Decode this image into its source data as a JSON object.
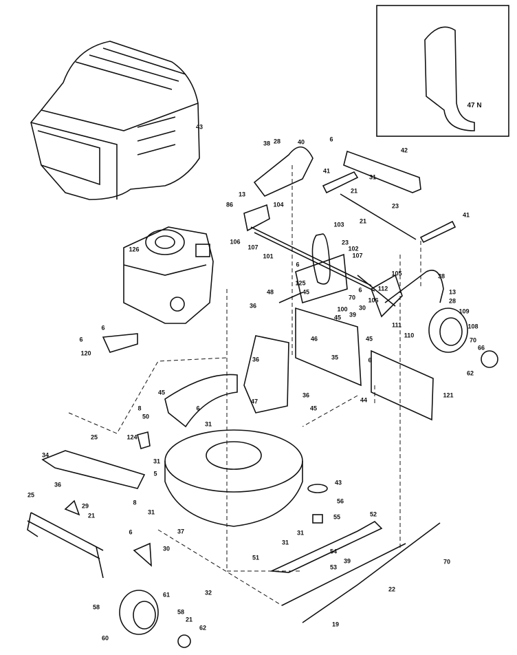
{
  "inset": {
    "label": "47 N"
  },
  "labels": [
    {
      "text": "43"
    },
    {
      "text": "38"
    },
    {
      "text": "28"
    },
    {
      "text": "40"
    },
    {
      "text": "6"
    },
    {
      "text": "42"
    },
    {
      "text": "41"
    },
    {
      "text": "31"
    },
    {
      "text": "21"
    },
    {
      "text": "23"
    },
    {
      "text": "41"
    },
    {
      "text": "13"
    },
    {
      "text": "86"
    },
    {
      "text": "104"
    },
    {
      "text": "106"
    },
    {
      "text": "107"
    },
    {
      "text": "101"
    },
    {
      "text": "103"
    },
    {
      "text": "21"
    },
    {
      "text": "23"
    },
    {
      "text": "102"
    },
    {
      "text": "107"
    },
    {
      "text": "6"
    },
    {
      "text": "125"
    },
    {
      "text": "105"
    },
    {
      "text": "38"
    },
    {
      "text": "13"
    },
    {
      "text": "28"
    },
    {
      "text": "109"
    },
    {
      "text": "108"
    },
    {
      "text": "70"
    },
    {
      "text": "66"
    },
    {
      "text": "62"
    },
    {
      "text": "48"
    },
    {
      "text": "45"
    },
    {
      "text": "36"
    },
    {
      "text": "100"
    },
    {
      "text": "70"
    },
    {
      "text": "6"
    },
    {
      "text": "106"
    },
    {
      "text": "112"
    },
    {
      "text": "39"
    },
    {
      "text": "30"
    },
    {
      "text": "111"
    },
    {
      "text": "110"
    },
    {
      "text": "45"
    },
    {
      "text": "46"
    },
    {
      "text": "45"
    },
    {
      "text": "35"
    },
    {
      "text": "6"
    },
    {
      "text": "36"
    },
    {
      "text": "45"
    },
    {
      "text": "44"
    },
    {
      "text": "121"
    },
    {
      "text": "43"
    },
    {
      "text": "56"
    },
    {
      "text": "55"
    },
    {
      "text": "52"
    },
    {
      "text": "31"
    },
    {
      "text": "31"
    },
    {
      "text": "54"
    },
    {
      "text": "53"
    },
    {
      "text": "39"
    },
    {
      "text": "70"
    },
    {
      "text": "22"
    },
    {
      "text": "19"
    },
    {
      "text": "126"
    },
    {
      "text": "6"
    },
    {
      "text": "6"
    },
    {
      "text": "120"
    },
    {
      "text": "36"
    },
    {
      "text": "47"
    },
    {
      "text": "45"
    },
    {
      "text": "6"
    },
    {
      "text": "8"
    },
    {
      "text": "50"
    },
    {
      "text": "31"
    },
    {
      "text": "124"
    },
    {
      "text": "25"
    },
    {
      "text": "34"
    },
    {
      "text": "31"
    },
    {
      "text": "5"
    },
    {
      "text": "36"
    },
    {
      "text": "25"
    },
    {
      "text": "29"
    },
    {
      "text": "8"
    },
    {
      "text": "31"
    },
    {
      "text": "21"
    },
    {
      "text": "6"
    },
    {
      "text": "37"
    },
    {
      "text": "30"
    },
    {
      "text": "51"
    },
    {
      "text": "32"
    },
    {
      "text": "58"
    },
    {
      "text": "61"
    },
    {
      "text": "58"
    },
    {
      "text": "21"
    },
    {
      "text": "62"
    },
    {
      "text": "60"
    }
  ]
}
